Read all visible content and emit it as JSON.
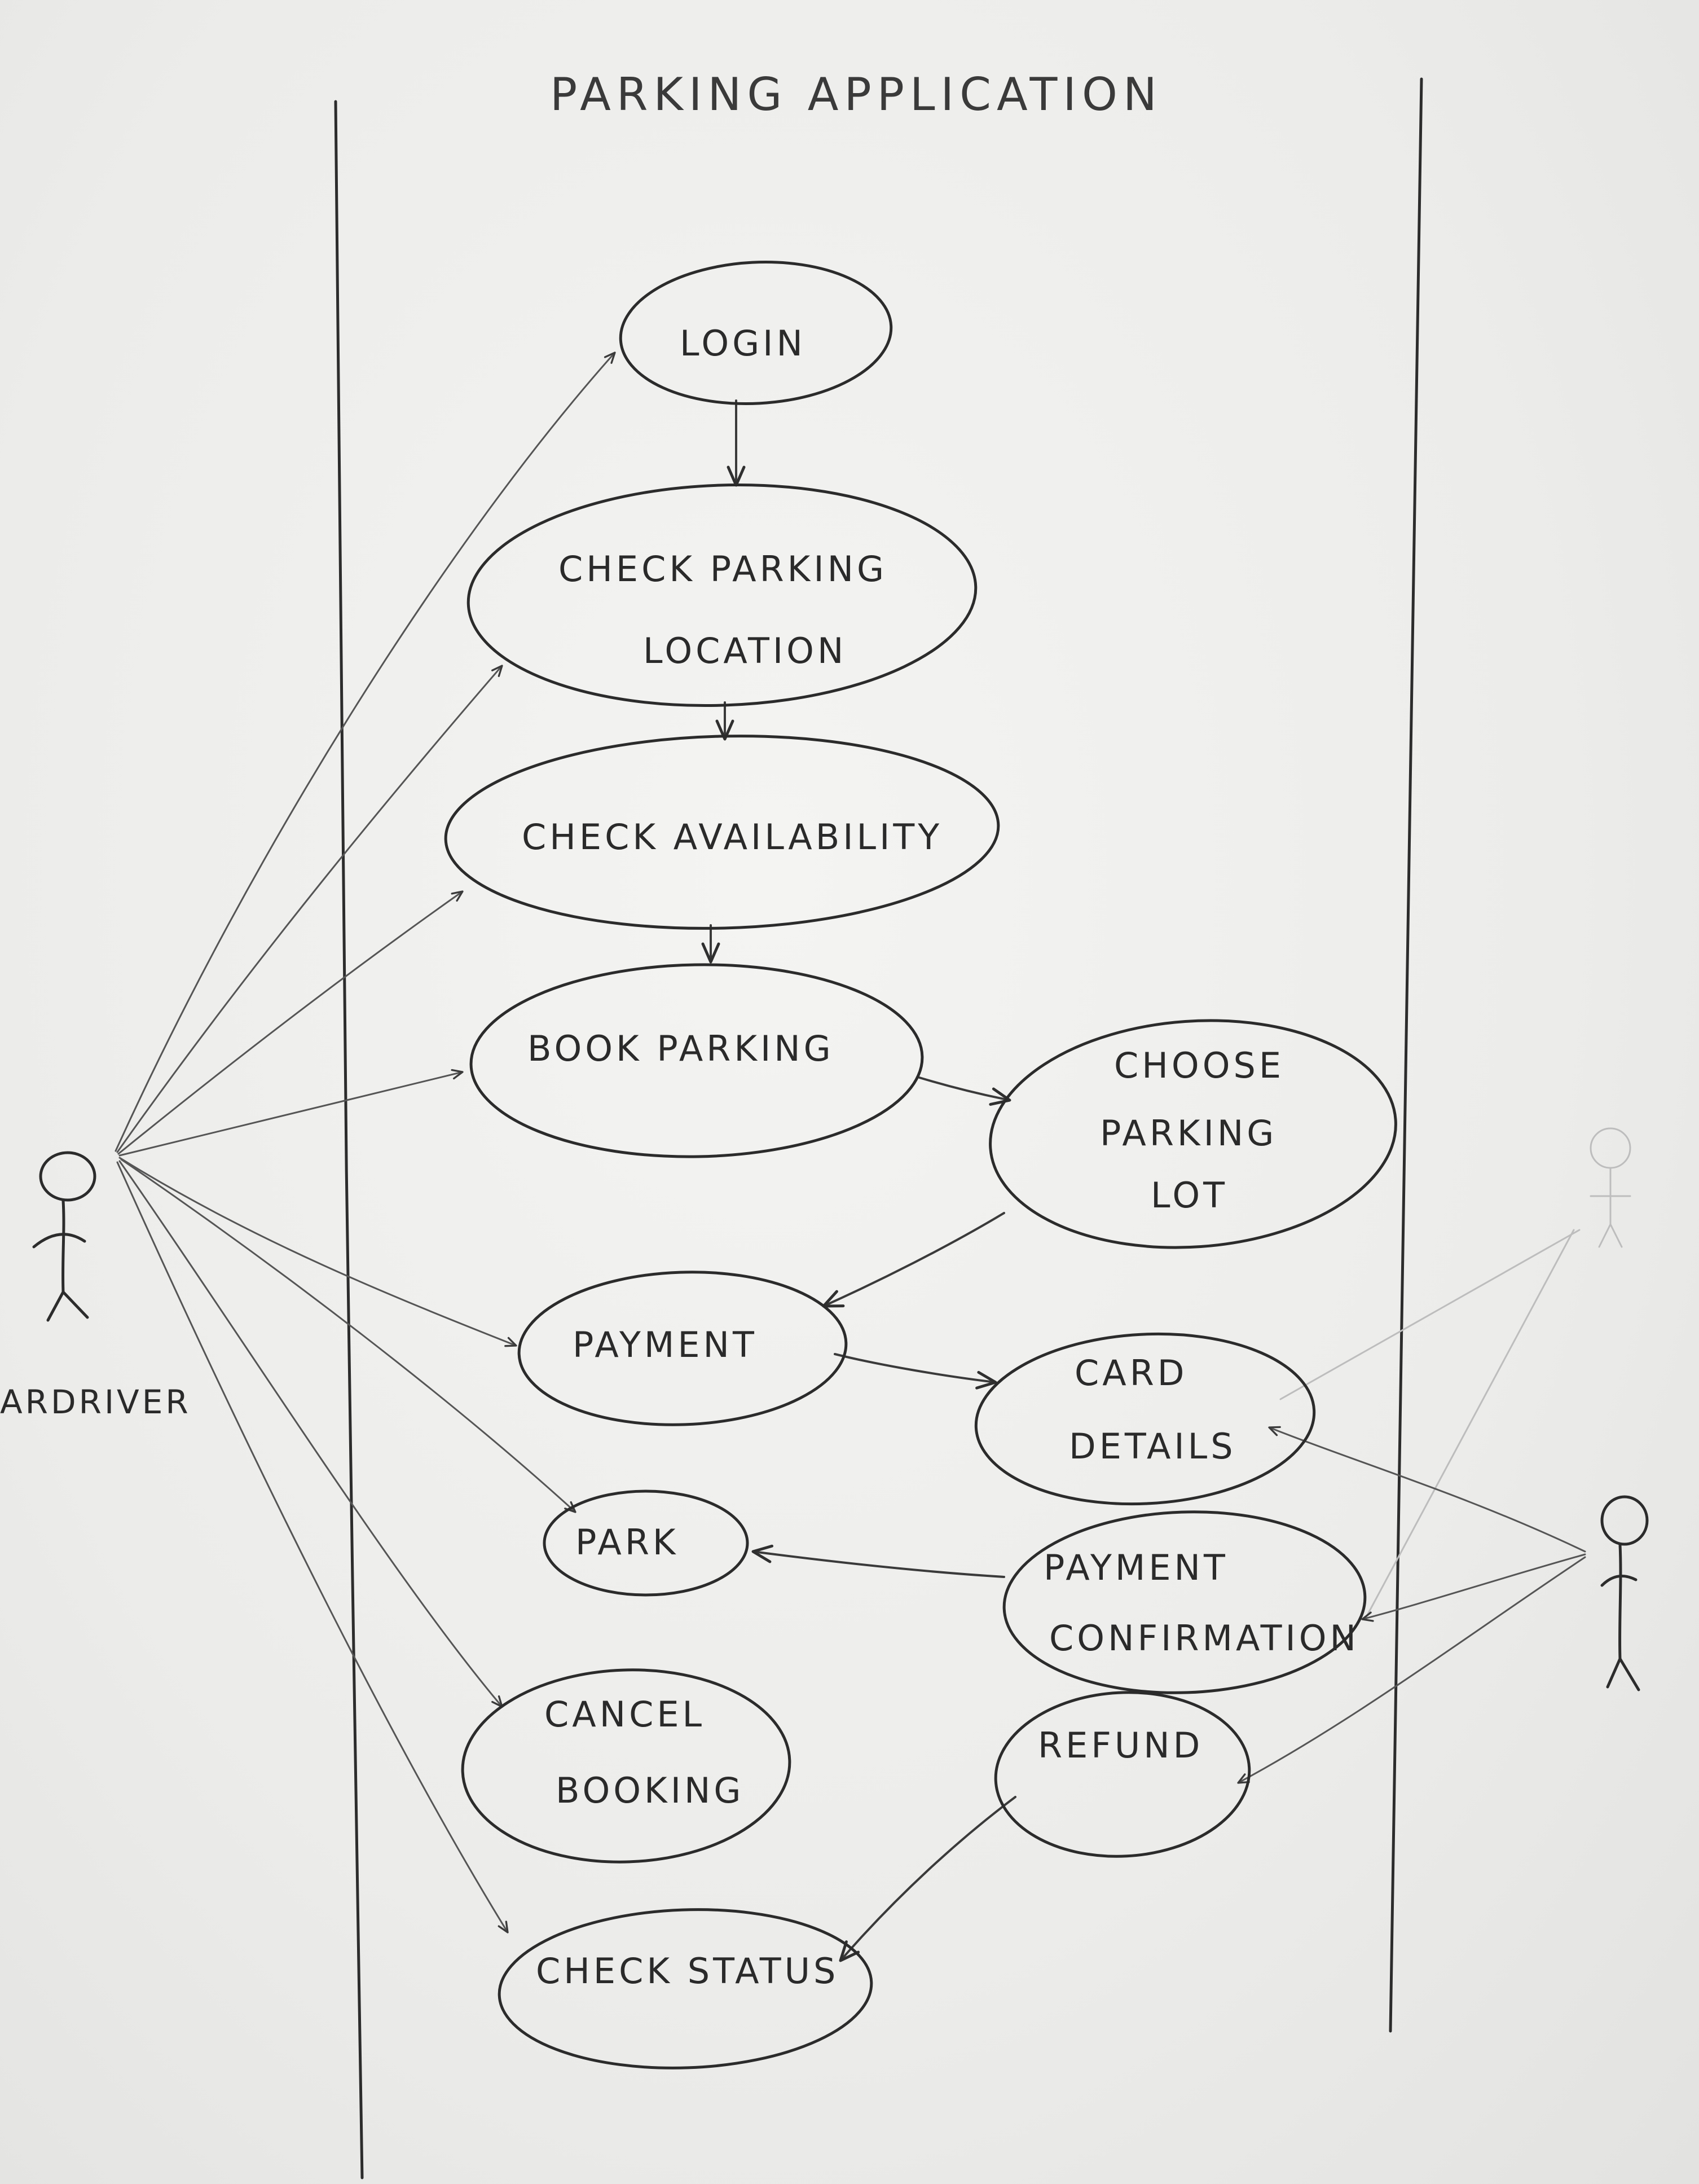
{
  "title": "PARKING APPLICATION",
  "actors": {
    "driver": {
      "label": "ARDRIVER"
    },
    "admin": {
      "label": ""
    }
  },
  "use_cases": {
    "login": {
      "lines": [
        "LOGIN"
      ]
    },
    "check_location": {
      "lines": [
        "CHECK PARKING",
        "LOCATION"
      ]
    },
    "check_availability": {
      "lines": [
        "CHECK AVAILABILITY"
      ]
    },
    "book_parking": {
      "lines": [
        "BOOK PARKING"
      ]
    },
    "choose_lot": {
      "lines": [
        "CHOOSE",
        "PARKING",
        "LOT"
      ]
    },
    "payment": {
      "lines": [
        "PAYMENT"
      ]
    },
    "card_details": {
      "lines": [
        "CARD",
        "DETAILS"
      ]
    },
    "park": {
      "lines": [
        "PARK"
      ]
    },
    "payment_confirmation": {
      "lines": [
        "PAYMENT",
        "CONFIRMATION"
      ]
    },
    "cancel_booking": {
      "lines": [
        "CANCEL",
        "BOOKING"
      ]
    },
    "refund": {
      "lines": [
        "REFUND"
      ]
    },
    "check_status": {
      "lines": [
        "CHECK STATUS"
      ]
    }
  }
}
